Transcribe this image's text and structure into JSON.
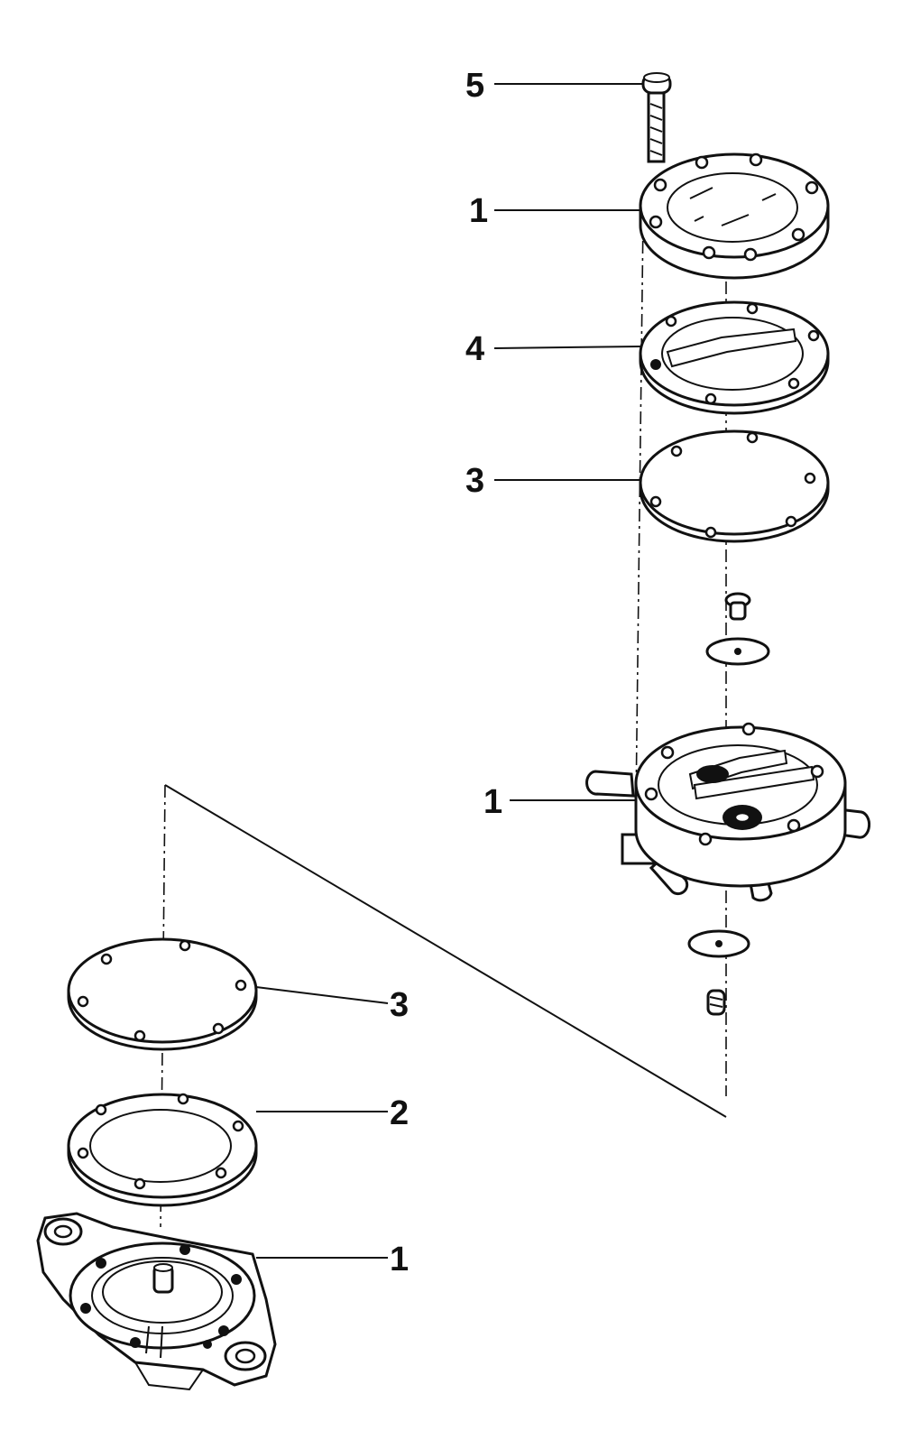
{
  "callouts": {
    "upper_cover": "1",
    "screw": "5",
    "gasket_upper": "4",
    "diaphragm_upper": "3",
    "pump_body": "1",
    "diaphragm_lower": "3",
    "gasket_lower": "2",
    "base_cover": "1"
  }
}
